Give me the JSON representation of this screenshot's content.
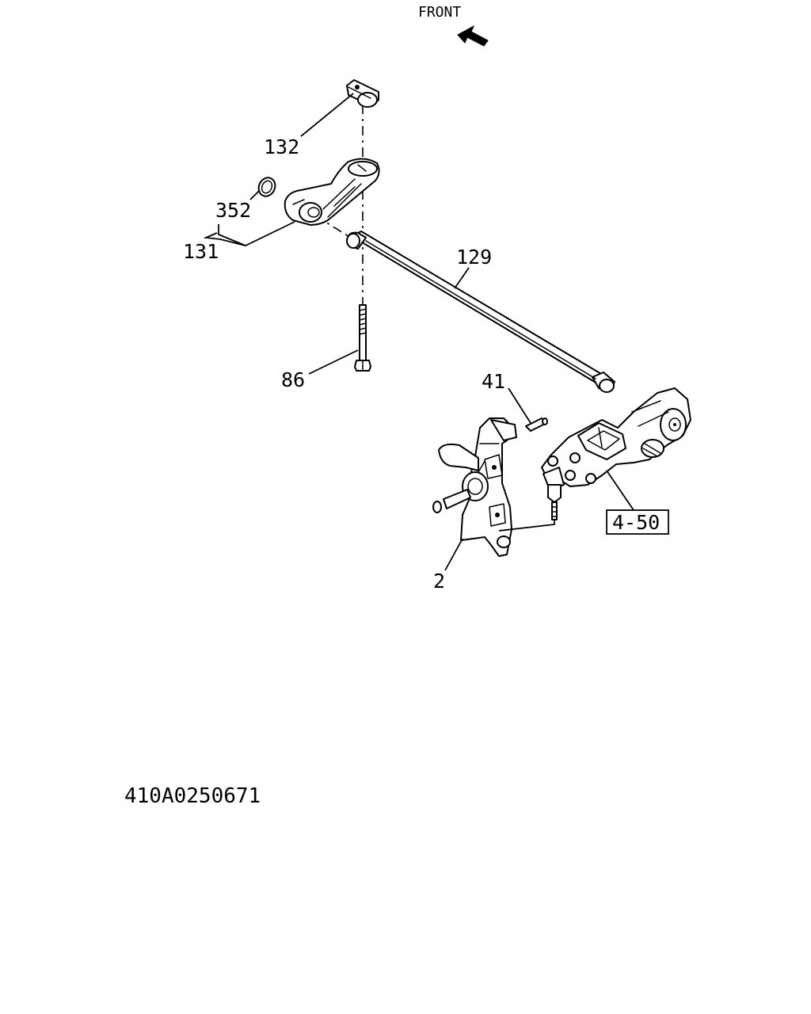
{
  "direction": {
    "label": "FRONT",
    "icon": "front-arrow-icon"
  },
  "callouts": {
    "p132": "132",
    "p352": "352",
    "p131": "131",
    "p129": "129",
    "p86": "86",
    "p41": "41",
    "p2": "2",
    "ref": "4-50"
  },
  "drawing_number": "410A0250671"
}
